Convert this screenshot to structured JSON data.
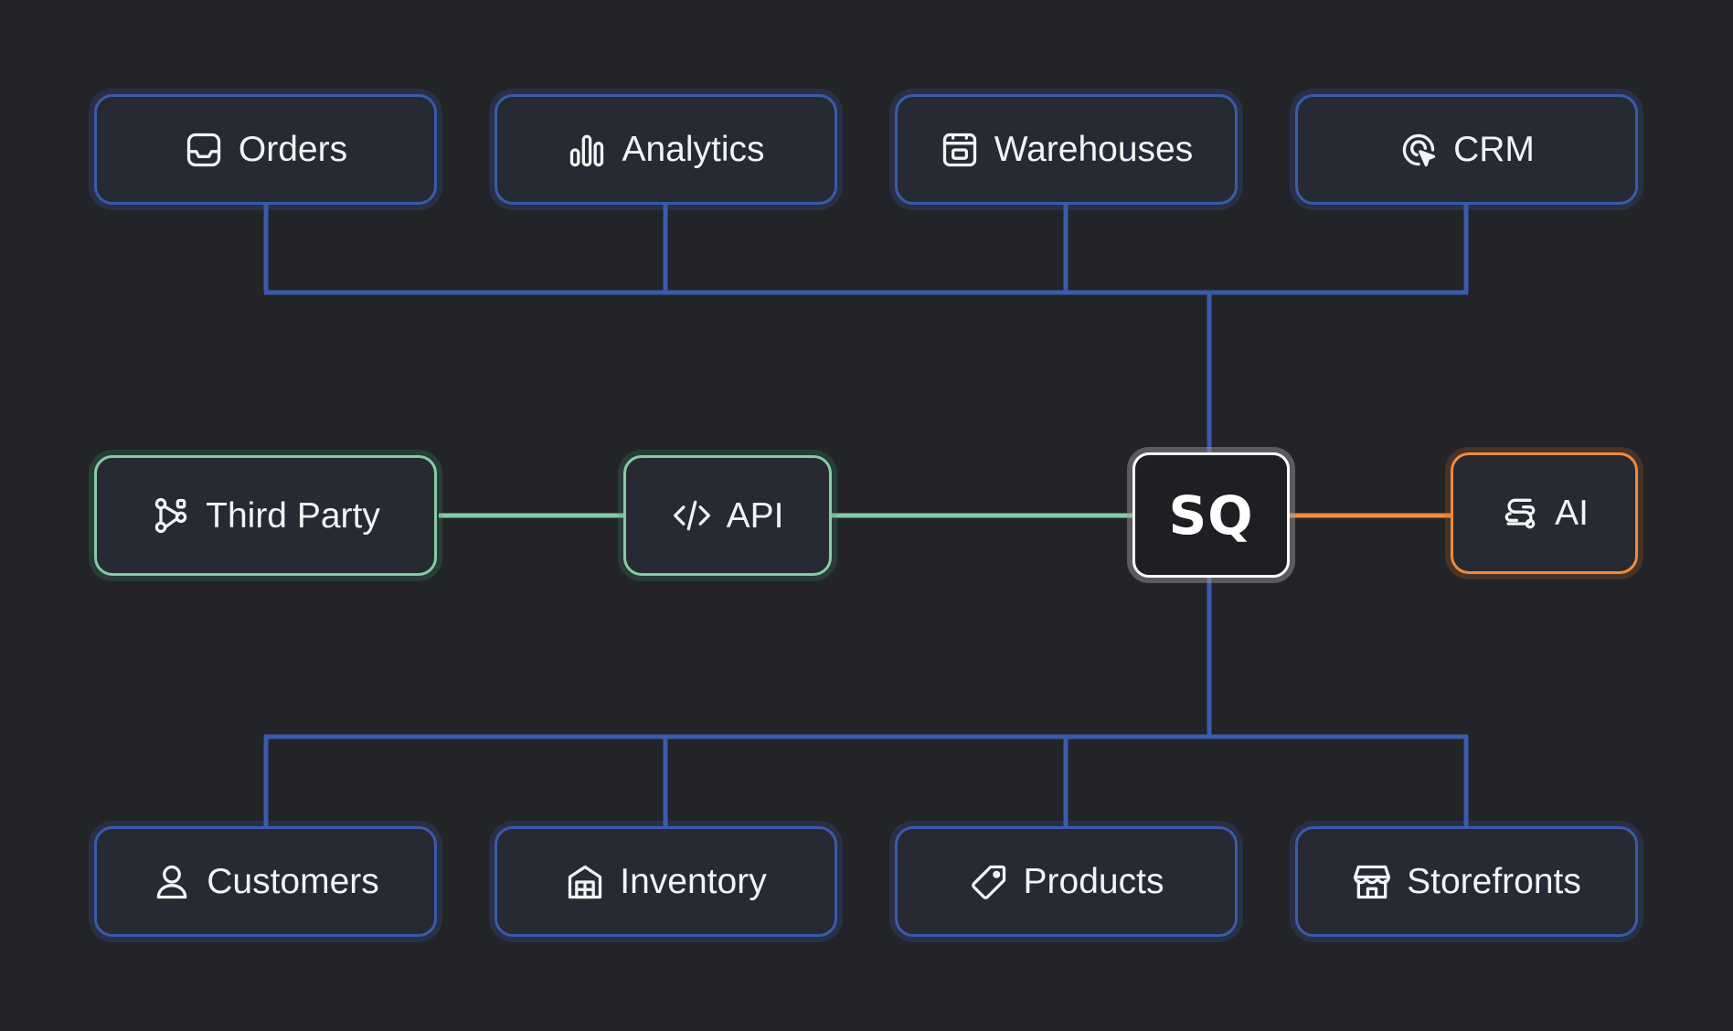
{
  "hub": {
    "label": "SQ"
  },
  "nodes": {
    "orders": {
      "label": "Orders",
      "icon": "inbox-tray-icon"
    },
    "analytics": {
      "label": "Analytics",
      "icon": "bar-chart-icon"
    },
    "warehouses": {
      "label": "Warehouses",
      "icon": "archive-box-icon"
    },
    "crm": {
      "label": "CRM",
      "icon": "target-cursor-icon"
    },
    "third_party": {
      "label": "Third Party",
      "icon": "nodes-graph-icon"
    },
    "api": {
      "label": "API",
      "icon": "code-brackets-icon"
    },
    "ai": {
      "label": "AI",
      "icon": "ai-swirl-icon"
    },
    "customers": {
      "label": "Customers",
      "icon": "user-icon"
    },
    "inventory": {
      "label": "Inventory",
      "icon": "warehouse-building-icon"
    },
    "products": {
      "label": "Products",
      "icon": "tag-icon"
    },
    "storefronts": {
      "label": "Storefronts",
      "icon": "storefront-icon"
    }
  },
  "colors": {
    "background": "#232428",
    "node_fill": "#272a32",
    "blue": "#3a5bab",
    "green": "#86cba8",
    "orange": "#f28a3c",
    "hub_border": "#ffffff",
    "text": "#f2f3f5"
  }
}
